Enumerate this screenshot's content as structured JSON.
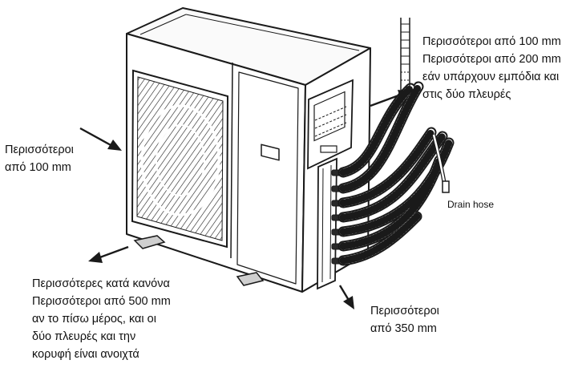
{
  "labels": {
    "top_right": {
      "line1": "Περισσότεροι από 100 mm",
      "line2": "Περισσότεροι από 200 mm",
      "line3": "εάν υπάρχουν εμπόδια και",
      "line4": "στις δύο πλευρές"
    },
    "left": {
      "line1": "Περισσότεροι",
      "line2": "από 100 mm"
    },
    "bottom_left": {
      "line1": "Περισσότερες κατά κανόνα",
      "line2": "Περισσότεροι από 500 mm",
      "line3": "αν το πίσω μέρος, και οι",
      "line4": "δύο πλευρές και την",
      "line5": "κορυφή είναι ανοιχτά"
    },
    "bottom_right": {
      "line1": "Περισσότεροι",
      "line2": "από 350 mm"
    },
    "drain": "Drain hose"
  },
  "colors": {
    "line": "#1a1a1a",
    "panel": "#ffffff",
    "grille": "#2a2a2a"
  }
}
